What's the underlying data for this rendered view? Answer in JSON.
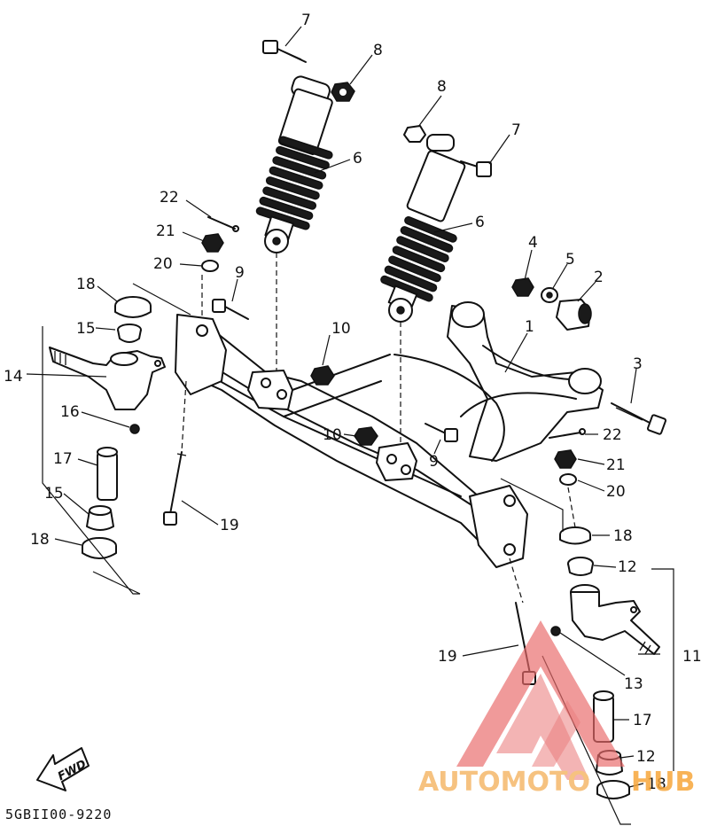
{
  "diagram": {
    "drawing_code": "5GBII00-9220",
    "direction_label": "FWD",
    "callouts": [
      "7",
      "8",
      "8",
      "7",
      "6",
      "6",
      "22",
      "21",
      "20",
      "9",
      "18",
      "15",
      "14",
      "16",
      "17",
      "15",
      "18",
      "19",
      "10",
      "10",
      "9",
      "4",
      "5",
      "2",
      "1",
      "3",
      "22",
      "21",
      "20",
      "18",
      "12",
      "11",
      "13",
      "19",
      "17",
      "12",
      "18"
    ]
  },
  "watermark": {
    "text_part1": "AUTOMOTO",
    "text_part2": "HUB",
    "color_part1": "#f5b86a",
    "color_part2": "#f7a63a",
    "logo_color": "#e86a6a"
  }
}
